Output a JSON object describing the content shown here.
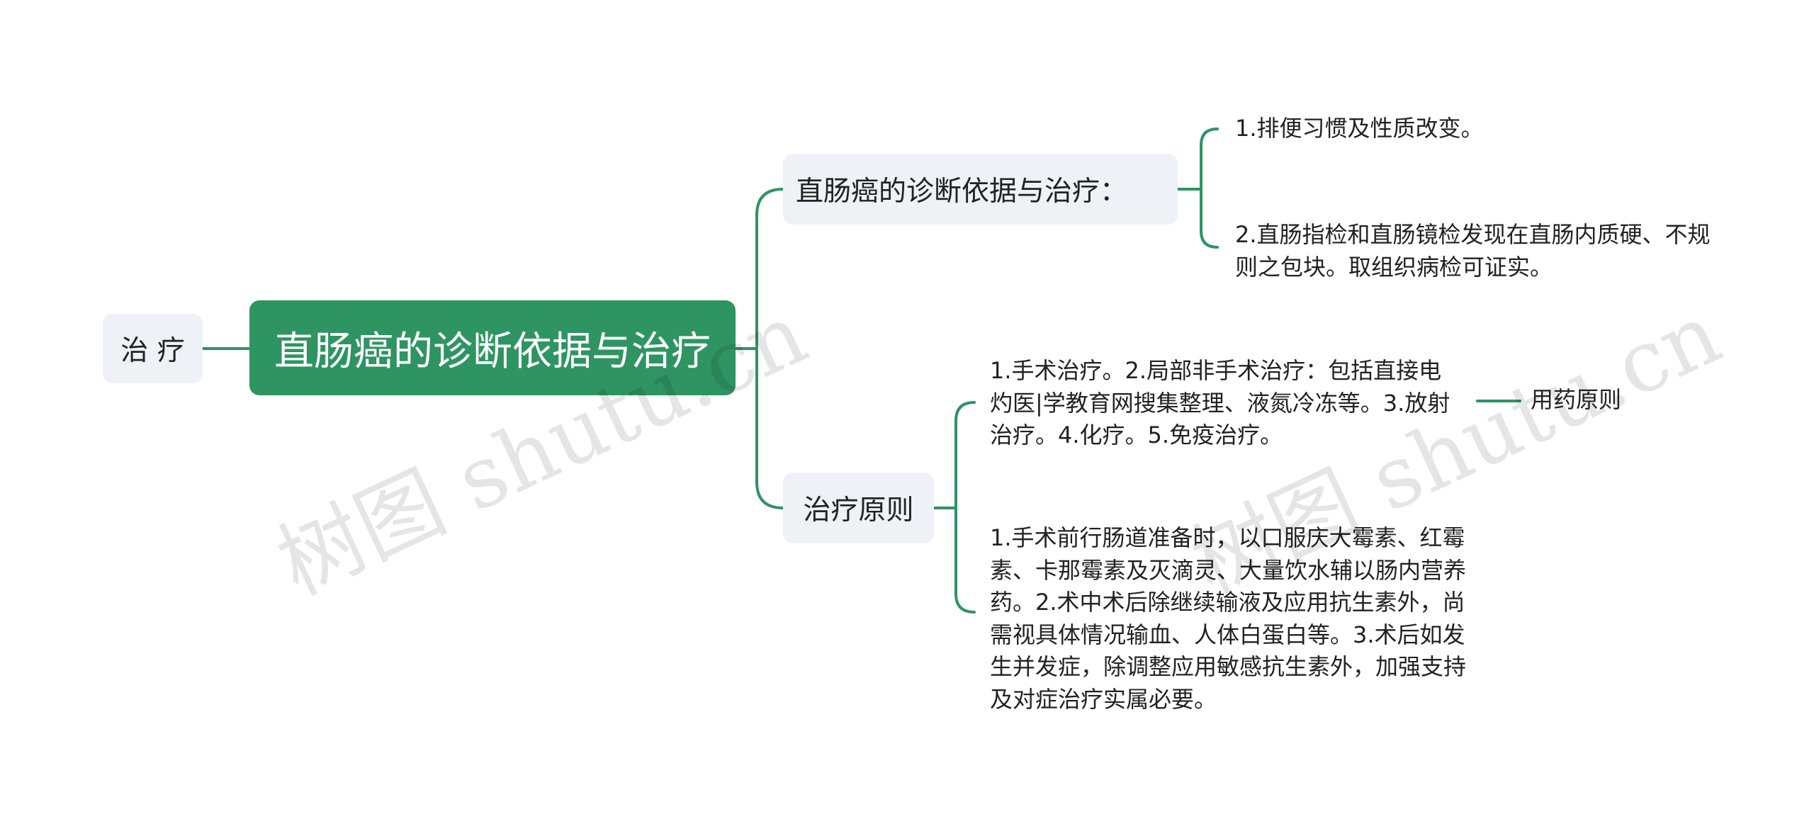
{
  "mindmap": {
    "parent_topic": "治 疗",
    "central_topic": "直肠癌的诊断依据与治疗",
    "branches": [
      {
        "label": "直肠癌的诊断依据与治疗：",
        "children": [
          "1.排便习惯及性质改变。",
          "2.直肠指检和直肠镜检发现在直肠内质硬、不规则之包块。取组织病检可证实。"
        ]
      },
      {
        "label": "治疗原则",
        "children": [
          "1.手术治疗。2.局部非手术治疗：包括直接电灼医|学教育网搜集整理、液氮冷冻等。3.放射治疗。4.化疗。5.免疫治疗。",
          "1.手术前行肠道准备时，以口服庆大霉素、红霉素、卡那霉素及灭滴灵、大量饮水辅以肠内营养药。2.术中术后除继续输液及应用抗生素外，尚需视具体情况输血、人体白蛋白等。3.术后如发生并发症，除调整应用敏感抗生素外，加强支持及对症治疗实属必要。"
        ],
        "sub_note": "用药原则"
      }
    ]
  },
  "watermarks": [
    "树图 shutu.cn",
    "树图 shutu.cn"
  ],
  "colors": {
    "accent": "#2e9462",
    "node_bg": "#eef1f5",
    "line": "#2e9462",
    "text": "#222222"
  }
}
